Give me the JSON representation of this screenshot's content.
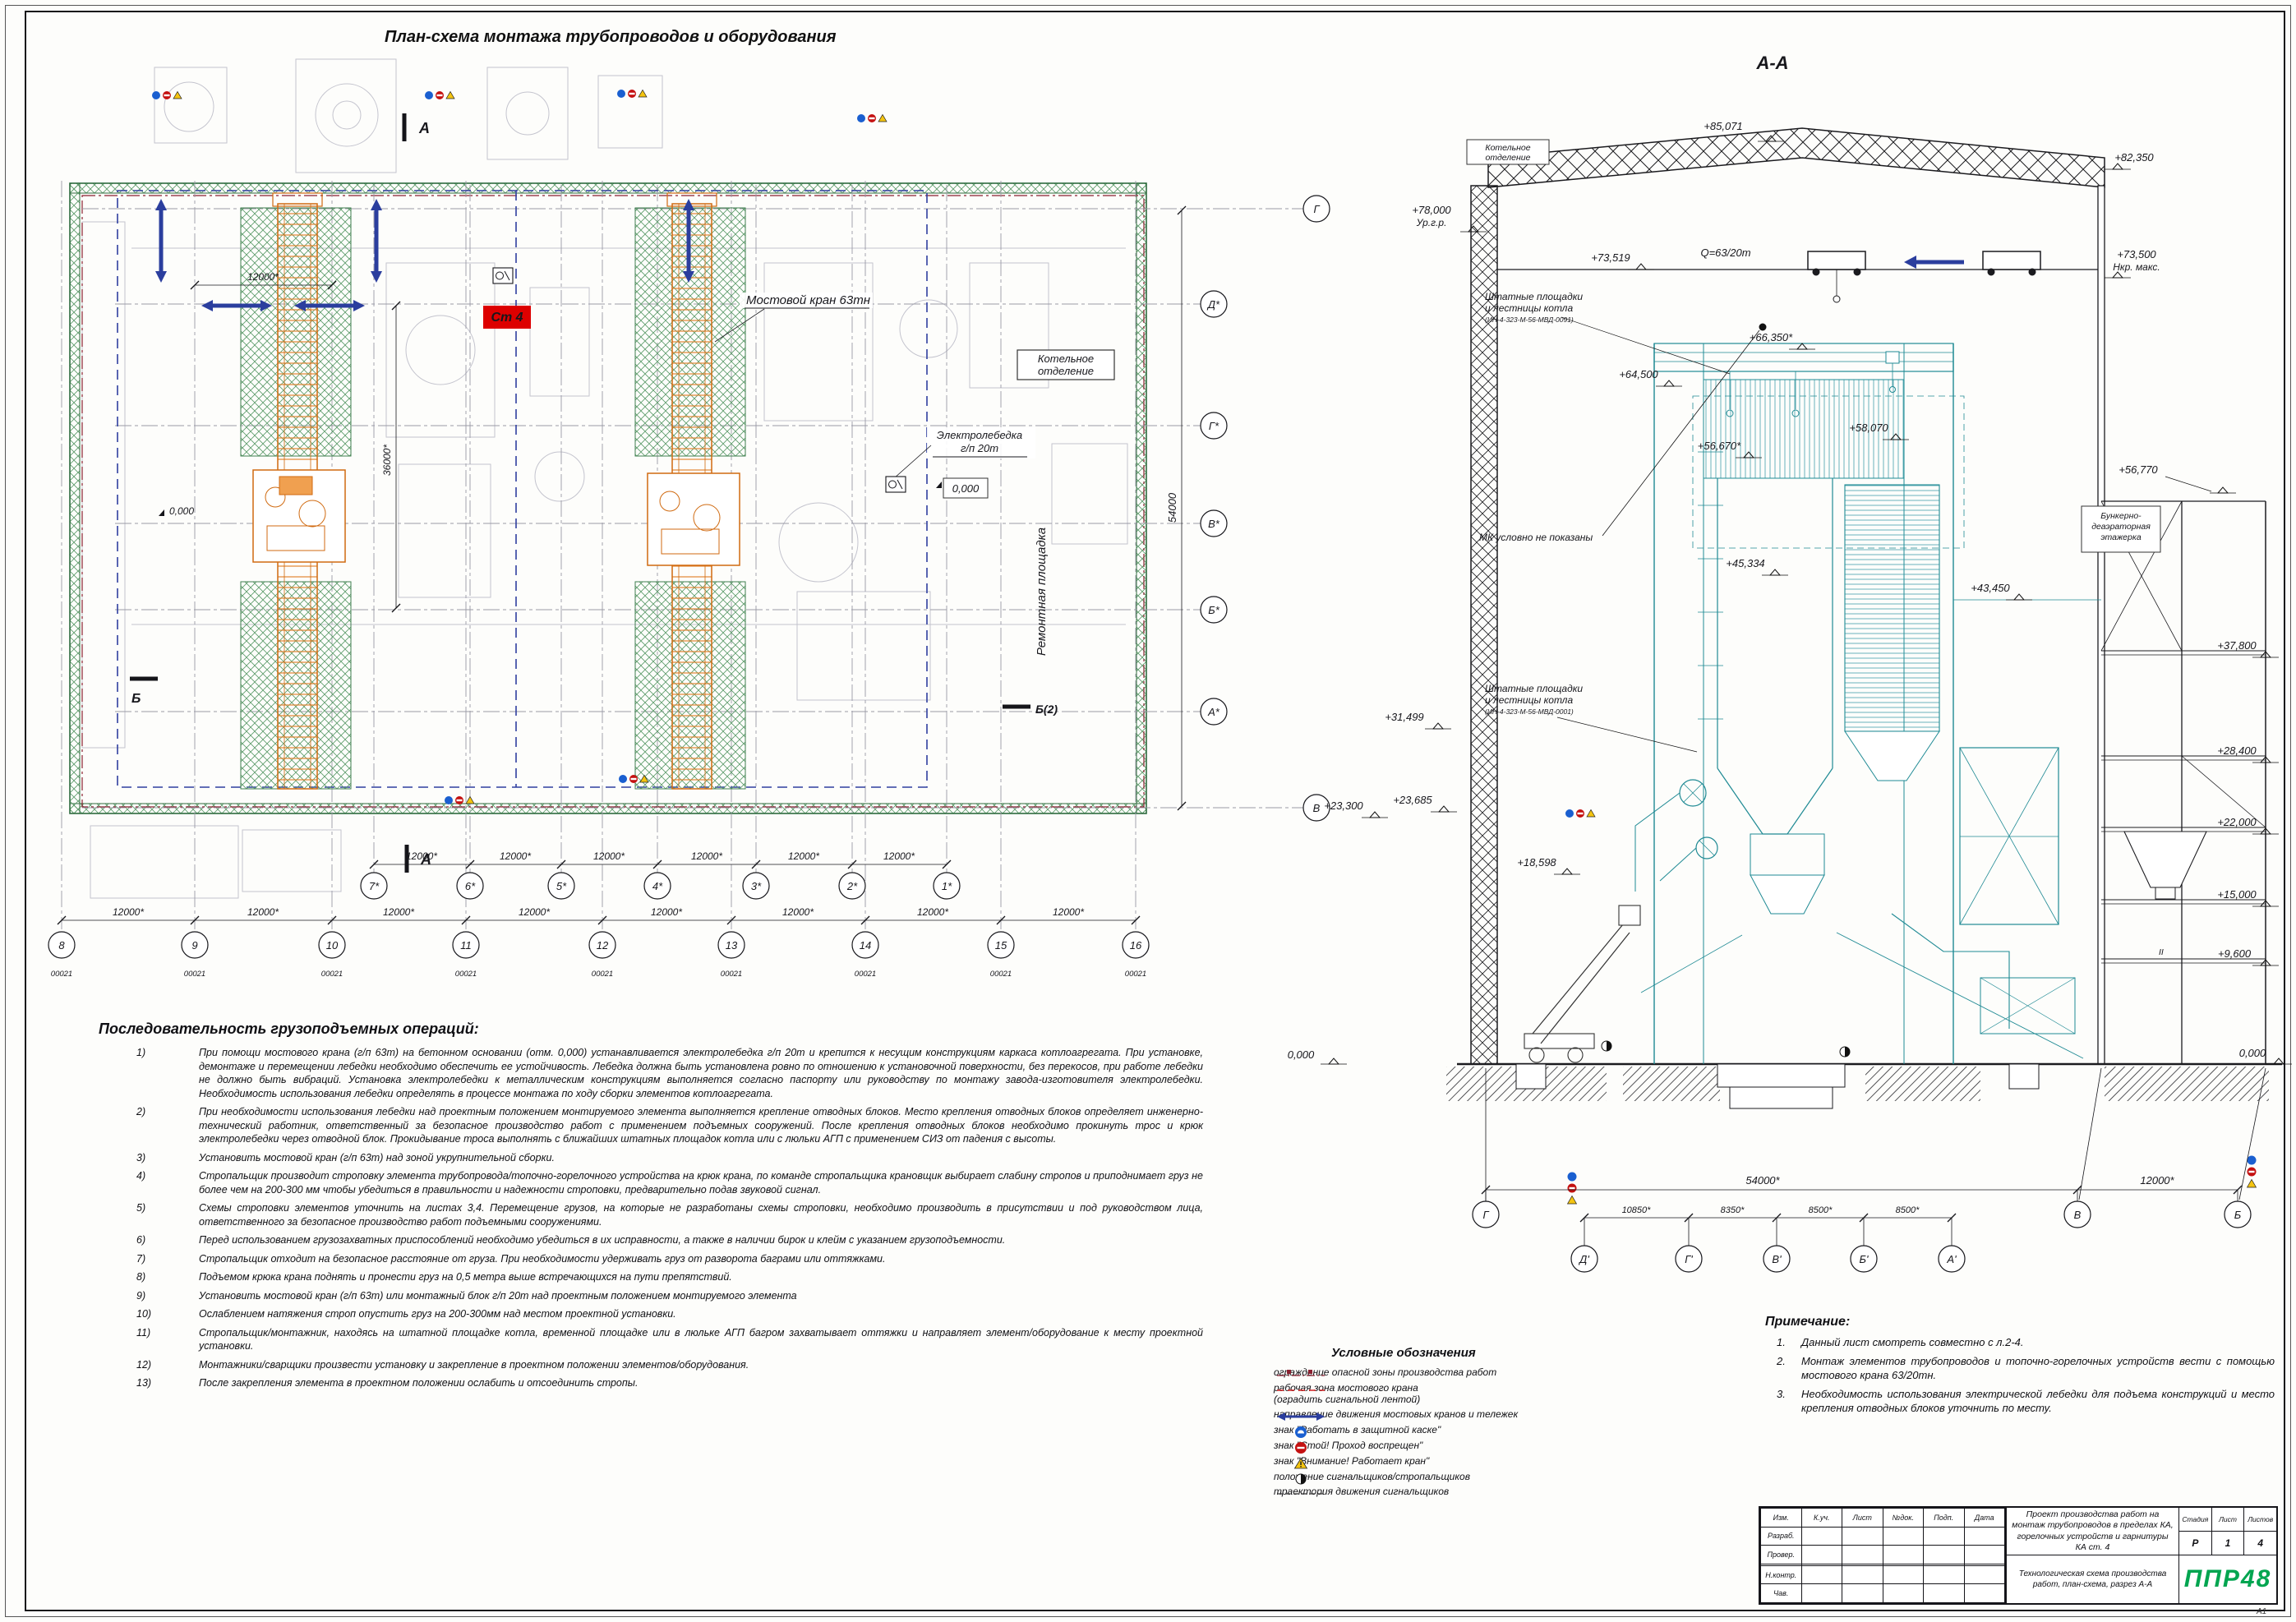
{
  "sheet": {
    "plan_title": "План-схема монтажа трубопроводов и оборудования",
    "section_title": "А-А",
    "format": "А1"
  },
  "plan": {
    "crane_label": "Мостовой кран 63тн",
    "st4": "Ст 4",
    "boiler_room_1": "Котельное",
    "boiler_room_2": "отделение",
    "winch_1": "Электролебедка",
    "winch_2": "г/п 20т",
    "elev_box": "0,000",
    "elev_left": "0,000",
    "repair_area": "Ремонтная площадка",
    "dim_12000": "12000*",
    "dim_36000": "36000*",
    "dim_54000": "54000",
    "mark_a_top": "А",
    "mark_a_bottom": "А",
    "mark_b_left": "Б",
    "mark_b_right": "Б(2)",
    "axes_right": [
      "Г",
      "Д*",
      "Г*",
      "В*",
      "Б*",
      "А*",
      "В"
    ],
    "axes_row1": [
      "7*",
      "6*",
      "5*",
      "4*",
      "3*",
      "2*",
      "1*"
    ],
    "axes_row2": [
      "8",
      "9",
      "10",
      "11",
      "12",
      "13",
      "14",
      "15",
      "16"
    ],
    "sub_label": "00021"
  },
  "section": {
    "elev_85071": "+85,071",
    "elev_82350": "+82,350",
    "elev_78000": "+78,000",
    "ur_gr": "Ур.г.р.",
    "boiler_room_1": "Котельное",
    "boiler_room_2": "отделение",
    "elev_73519": "+73,519",
    "crane_capacity": "Q=63/20т",
    "elev_73500": "+73,500",
    "nkr_maks": "Нкр. макс.",
    "platforms_1": "Штатные площадки",
    "platforms_2": "и лестницы котла",
    "platforms_doc_top": "(ИН-4-323-М-56-МВД-0091)",
    "platforms_doc_bottom": "(ИН-4-323-М-56-МВД-0001)",
    "elev_66350": "+66,350*",
    "elev_64500": "+64,500",
    "elev_58070": "+58,070",
    "elev_56670": "+56,670*",
    "elev_56770": "+56,770",
    "bunker_1": "Бункерно-",
    "bunker_2": "деаэраторная",
    "bunker_3": "этажерка",
    "mk_note": "МК условно не показаны",
    "elev_45334": "+45,334",
    "elev_43450": "+43,450",
    "elev_37800": "+37,800",
    "elev_31499": "+31,499",
    "elev_28400": "+28,400",
    "elev_23300": "+23,300",
    "elev_23685": "+23,685",
    "elev_22000": "+22,000",
    "elev_18598": "+18,598",
    "elev_15000": "+15,000",
    "elev_9600": "+9,600",
    "elev_0_left": "0,000",
    "elev_0_right": "0,000",
    "label_ii": "II",
    "dim_54000": "54000*",
    "dim_12000": "12000*",
    "dims_inner": [
      "10850*",
      "8350*",
      "8500*",
      "8500*"
    ],
    "axes_top": [
      "Г",
      "В",
      "Б"
    ],
    "axes_bottom": [
      "Д'",
      "Г'",
      "В'",
      "Б'",
      "А'"
    ]
  },
  "operations": {
    "title": "Последовательность грузоподъемных операций:",
    "items": [
      {
        "n": "1)",
        "t": "При помощи мостового крана (г/п 63т) на бетонном основании (отм. 0,000) устанавливается электролебедка г/п 20т и крепится к несущим конструкциям каркаса котлоагрегата. При установке, демонтаже и перемещении лебедки необходимо обеспечить ее устойчивость. Лебедка должна быть установлена ровно по отношению к установочной поверхности, без перекосов, при работе лебедки не должно быть вибраций. Установка электролебедки к металлическим конструкциям выполняется согласно паспорту или руководству по монтажу завода-изготовителя электролебедки. Необходимость использования лебедки определять в процессе монтажа по ходу сборки элементов котлоагрегата."
      },
      {
        "n": "2)",
        "t": "При необходимости использования лебедки над проектным положением монтируемого элемента выполняется крепление отводных блоков. Место крепления отводных блоков определяет инженерно-технический работник, ответственный за безопасное производство работ с применением подъемных сооружений. После крепления отводных блоков необходимо прокинуть трос и крюк электролебедки через отводной блок. Прокидывание троса выполнять с ближайших штатных площадок котла или с люльки АГП с применением СИЗ от падения с высоты."
      },
      {
        "n": "3)",
        "t": "Установить мостовой кран (г/п 63т) над зоной укрупнительной сборки."
      },
      {
        "n": "4)",
        "t": "Стропальщик производит строповку элемента трубопровода/топочно-горелочного устройства на крюк крана, по команде стропальщика крановщик выбирает слабину стропов и приподнимает груз не более чем на 200-300 мм чтобы убедиться в правильности и надежности строповки, предварительно подав звуковой сигнал."
      },
      {
        "n": "5)",
        "t": "Схемы строповки элементов уточнить на листах 3,4. Перемещение грузов, на которые не разработаны схемы строповки, необходимо производить в присутствии и под руководством лица, ответственного за безопасное производство работ подъемными сооружениями."
      },
      {
        "n": "6)",
        "t": "Перед использованием грузозахватных приспособлений необходимо убедиться в их исправности, а также в наличии бирок и клейм с указанием грузоподъемности."
      },
      {
        "n": "7)",
        "t": "Стропальщик отходит на безопасное расстояние от груза. При необходимости удерживать груз от разворота баграми или оттяжками."
      },
      {
        "n": "8)",
        "t": "Подъемом крюка крана поднять и пронести груз на 0,5 метра выше встречающихся на пути препятствий."
      },
      {
        "n": "9)",
        "t": "Установить мостовой кран (г/п 63т) или монтажный блок г/п 20т над проектным положением монтируемого элемента"
      },
      {
        "n": "10)",
        "t": "Ослаблением натяжения строп опустить груз на 200-300мм над местом проектной установки."
      },
      {
        "n": "11)",
        "t": "Стропальщик/монтажник, находясь на штатной площадке котла, временной площадке или в люльке АГП багром захватывает оттяжки и направляет элемент/оборудование к месту проектной установки."
      },
      {
        "n": "12)",
        "t": "Монтажники/сварщики произвести установку и закрепление в проектном положении элементов/оборудования."
      },
      {
        "n": "13)",
        "t": "После закрепления элемента в проектном положении ослабить и отсоединить стропы."
      }
    ]
  },
  "legend": {
    "title": "Условные обозначения",
    "items": [
      {
        "sym": "barrier-line",
        "text": "ограждение опасной зоны производства работ"
      },
      {
        "sym": "work-zone-line",
        "text": "рабочая зона мостового крана",
        "text2": "(оградить сигнальной лентой)"
      },
      {
        "sym": "direction-arrow",
        "text": "направление движения мостовых кранов и тележек"
      },
      {
        "sym": "helmet-sign",
        "text": "знак \"Работать в защитной каске\""
      },
      {
        "sym": "stop-sign",
        "text": "знак \"Стой! Проход воспрещен\""
      },
      {
        "sym": "crane-warning-sign",
        "text": "знак \"Внимание! Работает кран\""
      },
      {
        "sym": "signalman-position",
        "text": "положение сигнальщиков/стропальщиков"
      },
      {
        "sym": "signalman-path",
        "text": "траектория движения сигнальщиков"
      }
    ]
  },
  "notes": {
    "title": "Примечание:",
    "items": [
      {
        "n": "1.",
        "t": "Данный лист смотреть совместно с л.2-4."
      },
      {
        "n": "2.",
        "t": "Монтаж элементов трубопроводов и топочно-горелочных устройств вести с помощью мостового крана 63/20тн."
      },
      {
        "n": "3.",
        "t": "Необходимость использования электрической лебедки для подъема конструкций и место крепления отводных блоков уточнить по месту."
      }
    ]
  },
  "title_block": {
    "header_cols": [
      "Изм.",
      "К.уч.",
      "Лист",
      "№док.",
      "Подп.",
      "Дата"
    ],
    "row_labels": [
      "Разраб.",
      "Провер.",
      "",
      "Н.контр.",
      "Чав."
    ],
    "project": "Проект производства работ на монтаж трубопроводов в пределах КА, горелочных устройств и гарнитуры КА ст. 4",
    "stage_label": "Стадия",
    "sheet_label": "Лист",
    "sheets_label": "Листов",
    "stage": "Р",
    "sheet": "1",
    "sheets": "4",
    "doc_name": "Технологическая схема производства работ, план-схема, разрез А-А",
    "company": "ППР48"
  }
}
